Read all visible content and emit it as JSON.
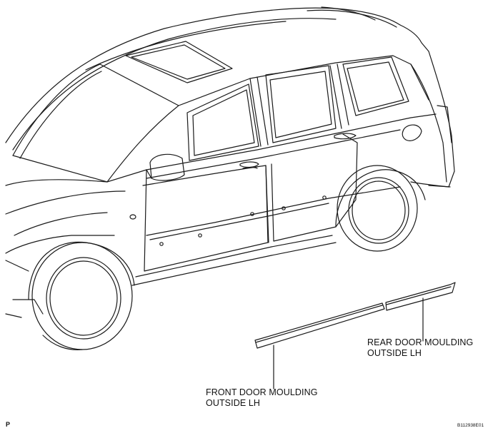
{
  "diagram": {
    "labels": {
      "rear_moulding_line1": "REAR DOOR MOULDING",
      "rear_moulding_line2": "OUTSIDE LH",
      "front_moulding_line1": "FRONT DOOR MOULDING",
      "front_moulding_line2": "OUTSIDE LH"
    },
    "corner_marks": {
      "left": "P",
      "right": "B112938E01"
    }
  }
}
